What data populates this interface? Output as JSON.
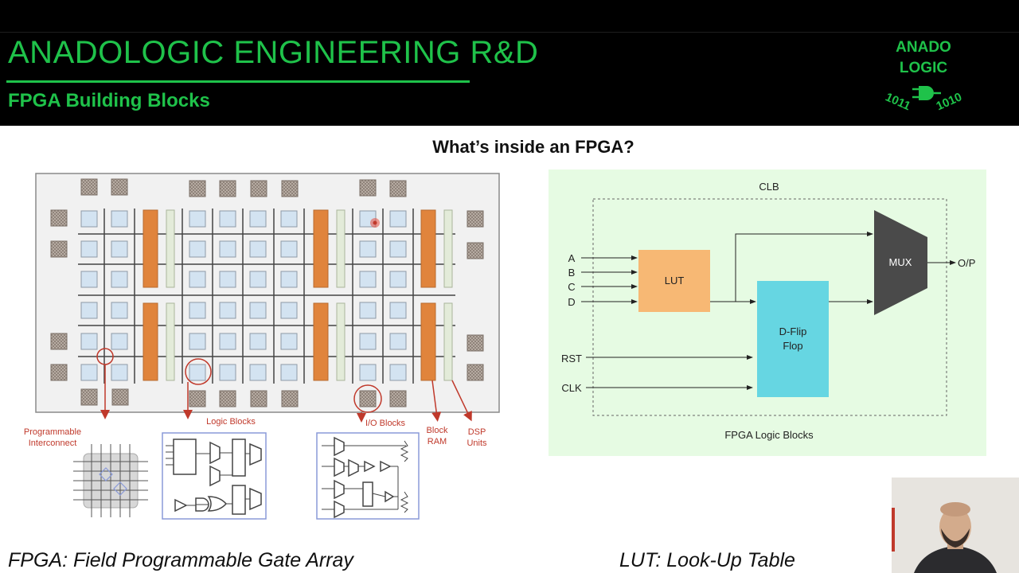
{
  "header": {
    "title": "ANADOLOGIC ENGINEERING R&D",
    "subtitle": "FPGA Building Blocks",
    "logo": {
      "line1": "ANADO",
      "line2": "LOGIC",
      "bits_left": "1011",
      "bits_right": "1010",
      "icon": "and-gate-icon"
    }
  },
  "slide": {
    "question": "What’s inside an FPGA?",
    "note_left": "FPGA: Field Programmable Gate Array",
    "note_right": "LUT: Look-Up Table"
  },
  "fpga_layout": {
    "labels": {
      "interconnect": [
        "Programmable",
        "Interconnect"
      ],
      "logic_blocks": "Logic Blocks",
      "io_blocks": "I/O Blocks",
      "block_ram": [
        "Block",
        "RAM"
      ],
      "dsp": [
        "DSP",
        "Units"
      ]
    }
  },
  "clb": {
    "title": "CLB",
    "footer": "FPGA Logic Blocks",
    "inputs": [
      "A",
      "B",
      "C",
      "D"
    ],
    "rst": "RST",
    "clk": "CLK",
    "lut": "LUT",
    "dff": [
      "D-Flip",
      "Flop"
    ],
    "mux": "MUX",
    "output": "O/P"
  },
  "colors": {
    "accent_green": "#1fc24a",
    "block_ram_orange": "#e0843c",
    "lut_fill": "#f7b874",
    "dff_fill": "#66d6e2",
    "mux_fill": "#4a4a4a",
    "clb_panel": "#e6fbe3",
    "label_red": "#c0392b"
  }
}
